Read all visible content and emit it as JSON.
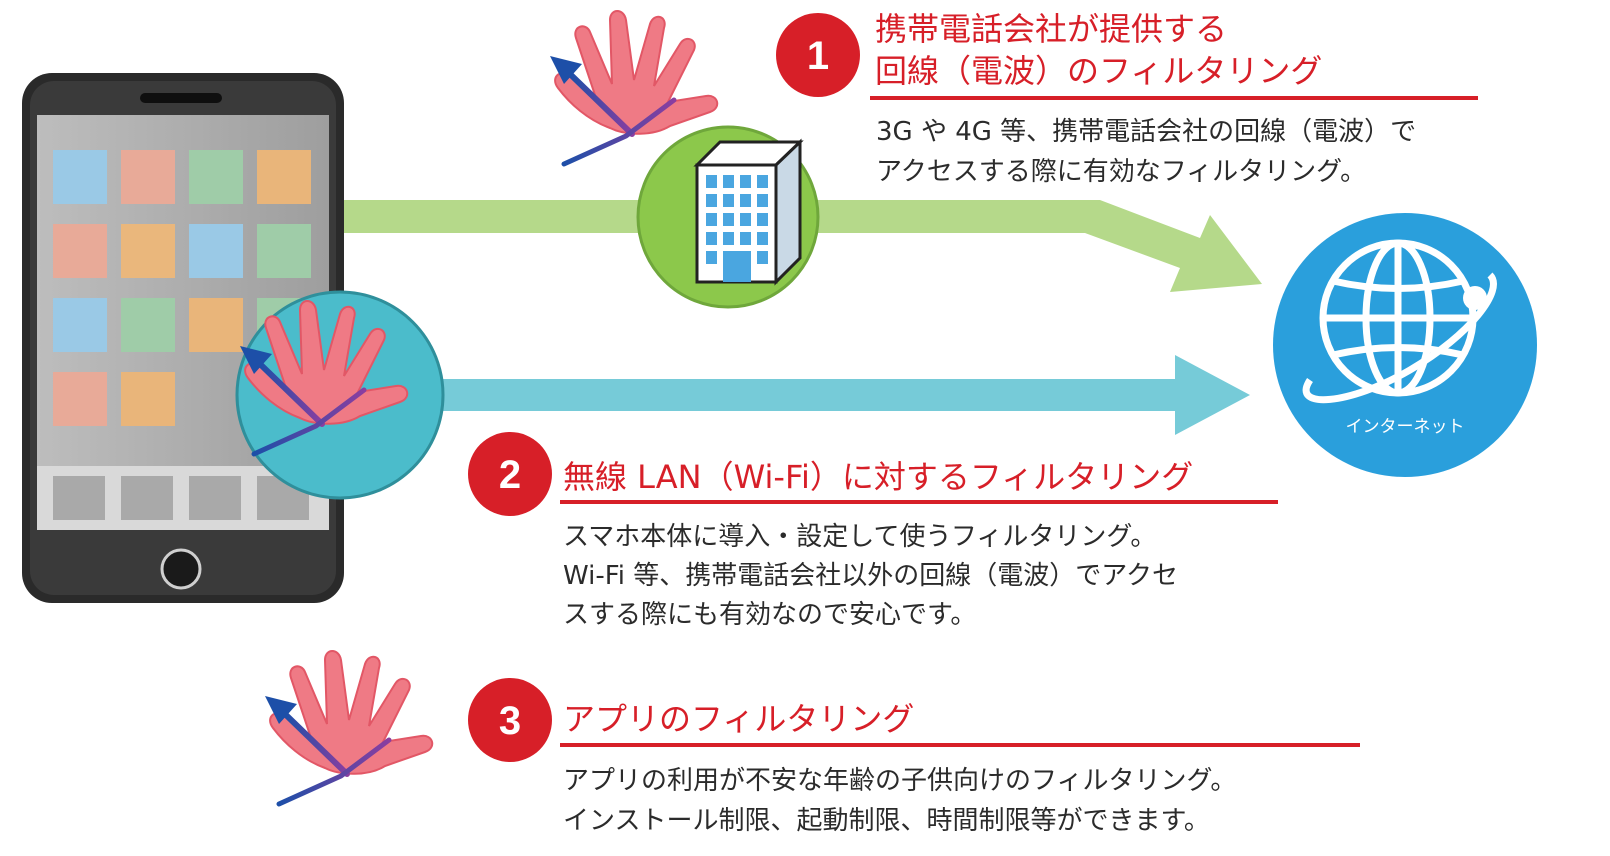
{
  "colors": {
    "accent_red": "#d71f28",
    "mobile_line_green": "#b5d98a",
    "carrier_circle_green": "#8cc84b",
    "wifi_line_cyan": "#76cbd8",
    "wifi_circle_cyan": "#4bbccb",
    "internet_blue": "#2a9fdc",
    "hand_pink": "#ef7a85",
    "arrow_blue": "#2a5fb0"
  },
  "icons": {
    "phone": "smartphone-icon",
    "carrier": "office-building-icon",
    "internet": "globe-icon",
    "hand": "stop-hand-icon"
  },
  "phone": {
    "app_tile_colors": [
      "#9ac9e6",
      "#e8aa98",
      "#9fcca8",
      "#e9b57a",
      "#e8aa98",
      "#eab77c",
      "#9ac9e6",
      "#9fcca8",
      "#9ac9e6",
      "#9fcca8",
      "#e9b57a",
      "#9fcca8",
      "#e8aa98",
      "#e9b57a"
    ]
  },
  "internet": {
    "label": "インターネット"
  },
  "items": [
    {
      "number": "1",
      "heading_lines": [
        "携帯電話会社が提供する",
        "回線（電波）のフィルタリング"
      ],
      "description_lines": [
        "3G や 4G 等、携帯電話会社の回線（電波）で",
        "アクセスする際に有効なフィルタリング。"
      ]
    },
    {
      "number": "2",
      "heading_lines": [
        "無線 LAN（Wi-Fi）に対するフィルタリング"
      ],
      "description_lines": [
        "スマホ本体に導入・設定して使うフィルタリング。",
        "Wi-Fi 等、携帯電話会社以外の回線（電波）でアクセ",
        "スする際にも有効なので安心です。"
      ]
    },
    {
      "number": "3",
      "heading_lines": [
        "アプリのフィルタリング"
      ],
      "description_lines": [
        "アプリの利用が不安な年齢の子供向けのフィルタリング。",
        "インストール制限、起動制限、時間制限等ができます。"
      ]
    }
  ]
}
